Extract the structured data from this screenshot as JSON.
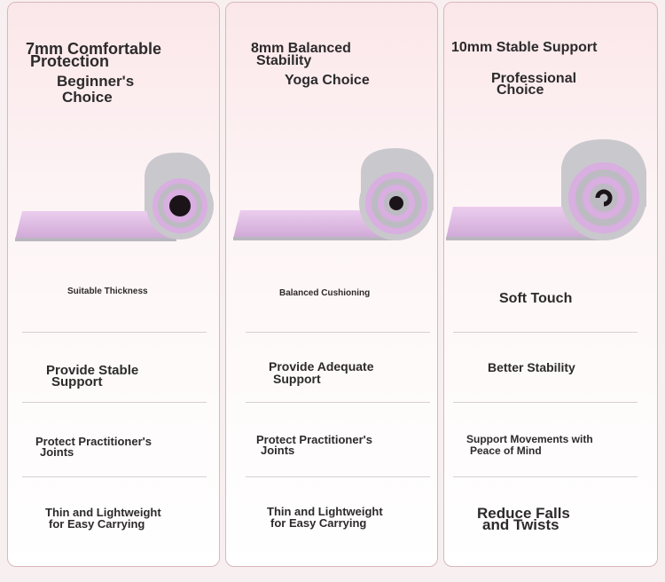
{
  "cards": [
    {
      "title_lines": [
        "7mm Comfortable",
        "Protection"
      ],
      "subtitle_lines": [
        "Beginner's",
        "Choice"
      ],
      "feature_lines": [
        [
          "Suitable Thickness"
        ],
        [
          "Provide Stable",
          "Support"
        ],
        [
          "Protect Practitioner's",
          "Joints"
        ],
        [
          "Thin and Lightweight",
          "for Easy Carrying"
        ]
      ]
    },
    {
      "title_lines": [
        "8mm Balanced",
        "Stability"
      ],
      "subtitle_lines": [
        "Yoga Choice"
      ],
      "feature_lines": [
        [
          "Balanced Cushioning"
        ],
        [
          "Provide Adequate",
          "Support"
        ],
        [
          "Protect Practitioner's",
          "Joints"
        ],
        [
          "Thin and Lightweight",
          "for Easy Carrying"
        ]
      ]
    },
    {
      "title_lines": [
        "10mm Stable Support"
      ],
      "subtitle_lines": [
        "Professional",
        "Choice"
      ],
      "feature_lines": [
        [
          "Soft Touch"
        ],
        [
          "Better Stability"
        ],
        [
          "Support Movements with",
          "Peace of Mind"
        ],
        [
          "Reduce Falls",
          "and Twists"
        ]
      ]
    }
  ],
  "icons": {
    "mat": "rolled-yoga-mat-image"
  },
  "colors": {
    "mat_pink": "#e6c4ea",
    "mat_gray": "#c9c8cd",
    "border": "#d9b8bc"
  }
}
